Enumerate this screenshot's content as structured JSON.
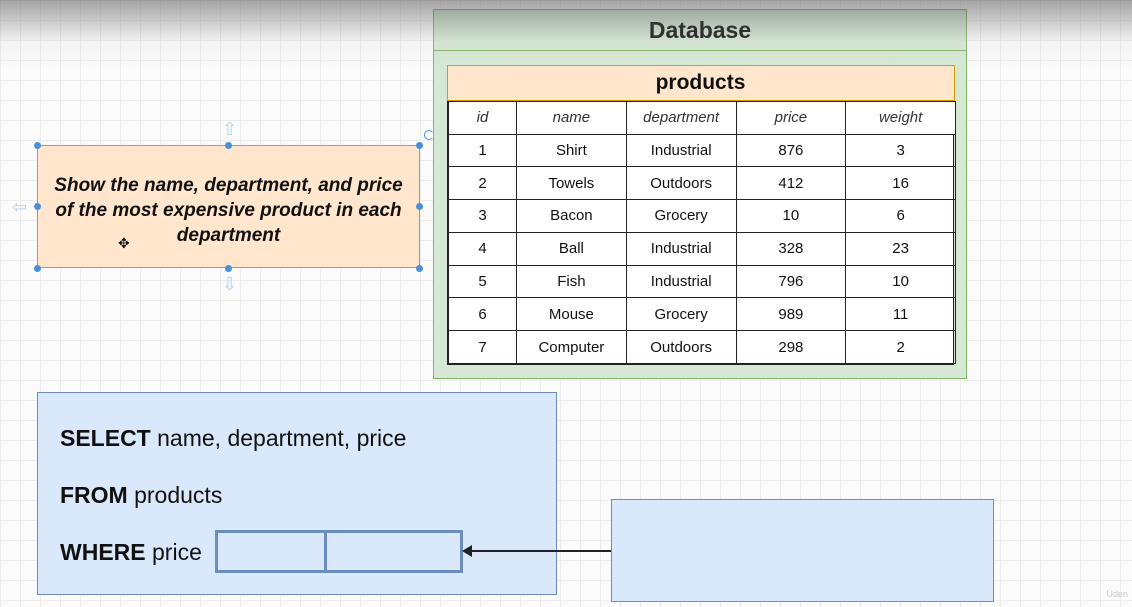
{
  "database": {
    "title": "Database",
    "table": {
      "name": "products",
      "columns": [
        "id",
        "name",
        "department",
        "price",
        "weight"
      ],
      "rows": [
        [
          "1",
          "Shirt",
          "Industrial",
          "876",
          "3"
        ],
        [
          "2",
          "Towels",
          "Outdoors",
          "412",
          "16"
        ],
        [
          "3",
          "Bacon",
          "Grocery",
          "10",
          "6"
        ],
        [
          "4",
          "Ball",
          "Industrial",
          "328",
          "23"
        ],
        [
          "5",
          "Fish",
          "Industrial",
          "796",
          "10"
        ],
        [
          "6",
          "Mouse",
          "Grocery",
          "989",
          "11"
        ],
        [
          "7",
          "Computer",
          "Outdoors",
          "298",
          "2"
        ]
      ]
    }
  },
  "question": {
    "line1": "Show the name, department, and price",
    "line2": "of the most expensive product in each",
    "line3": "department"
  },
  "sql": {
    "select_kw": "SELECT",
    "select_rest": " name, department, price",
    "from_kw": "FROM",
    "from_rest": " products",
    "where_kw": "WHERE",
    "where_rest": " price"
  },
  "watermark": "Uden"
}
